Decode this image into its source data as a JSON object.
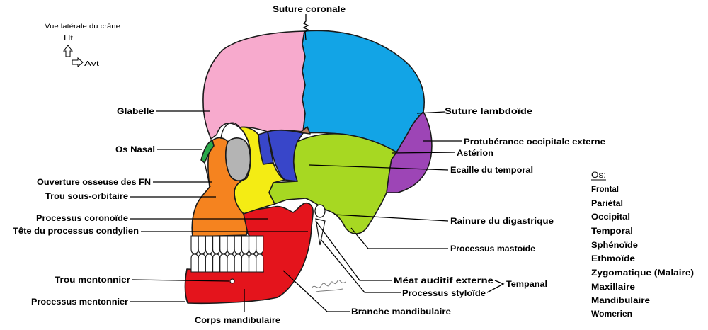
{
  "orientation": {
    "title": "Vue latérale du crâne:",
    "up_label": "Ht",
    "forward_label": "Avt"
  },
  "label_colors": {
    "suture": "#b3d234",
    "muted": "#8a8a8a"
  },
  "labels": {
    "suture_coronale": "Suture coronale",
    "glabelle": "Glabelle",
    "suture_lambdoide": "Suture lambdoïde",
    "protuberance": "Protubérance occipitale externe",
    "asterion": "Astérion",
    "os_nasal": "Os Nasal",
    "ecaille": "Ecaille du temporal",
    "ouverture_fn": "Ouverture osseuse des FN",
    "trou_sous_orbitaire": "Trou sous-orbitaire",
    "processus_coronoide": "Processus coronoïde",
    "tete_condylien": "Tête du processus condylien",
    "rainure_digastrique": "Rainure du digastrique",
    "processus_mastoide": "Processus mastoïde",
    "trou_mentonnier": "Trou mentonnier",
    "processus_mentonnier": "Processus mentonnier",
    "meat_auditif": "Méat auditif externe",
    "tempanal": "Tempanal",
    "processus_styloide": "Processus styloïde",
    "corps_mandibulaire": "Corps mandibulaire",
    "branche_mandibulaire": "Branche mandibulaire"
  },
  "legend": {
    "title": "Os:",
    "items": [
      {
        "label": "Frontal",
        "color": "#f29bc3",
        "fill": "#f7aacd"
      },
      {
        "label": "Pariétal",
        "color": "#139fe0",
        "fill": "#12a4e6"
      },
      {
        "label": "Occipital",
        "color": "#9a3fb2",
        "fill": "#9d45b6"
      },
      {
        "label": "Temporal",
        "color": "#a8d41c",
        "fill": "#a7d822"
      },
      {
        "label": "Sphénoïde",
        "color": "#3140bf",
        "fill": "#3846c9"
      },
      {
        "label": "Ethmoïde",
        "color": "#8f8f8f",
        "fill": "#b4b4b4"
      },
      {
        "label": "Zygomatique (Malaire)",
        "color": "#e3d81a",
        "fill": "#f4ec14"
      },
      {
        "label": "Maxillaire",
        "color": "#f0b119",
        "fill": "#f5831f"
      },
      {
        "label": "Mandibulaire",
        "color": "#e11b22",
        "fill": "#e4141c"
      },
      {
        "label": "Womerien",
        "color": "#b97c5e",
        "fill": "#b97c5e"
      }
    ]
  },
  "extra_fills": {
    "nasal": "#2aa84a",
    "teeth": "#ffffff"
  }
}
